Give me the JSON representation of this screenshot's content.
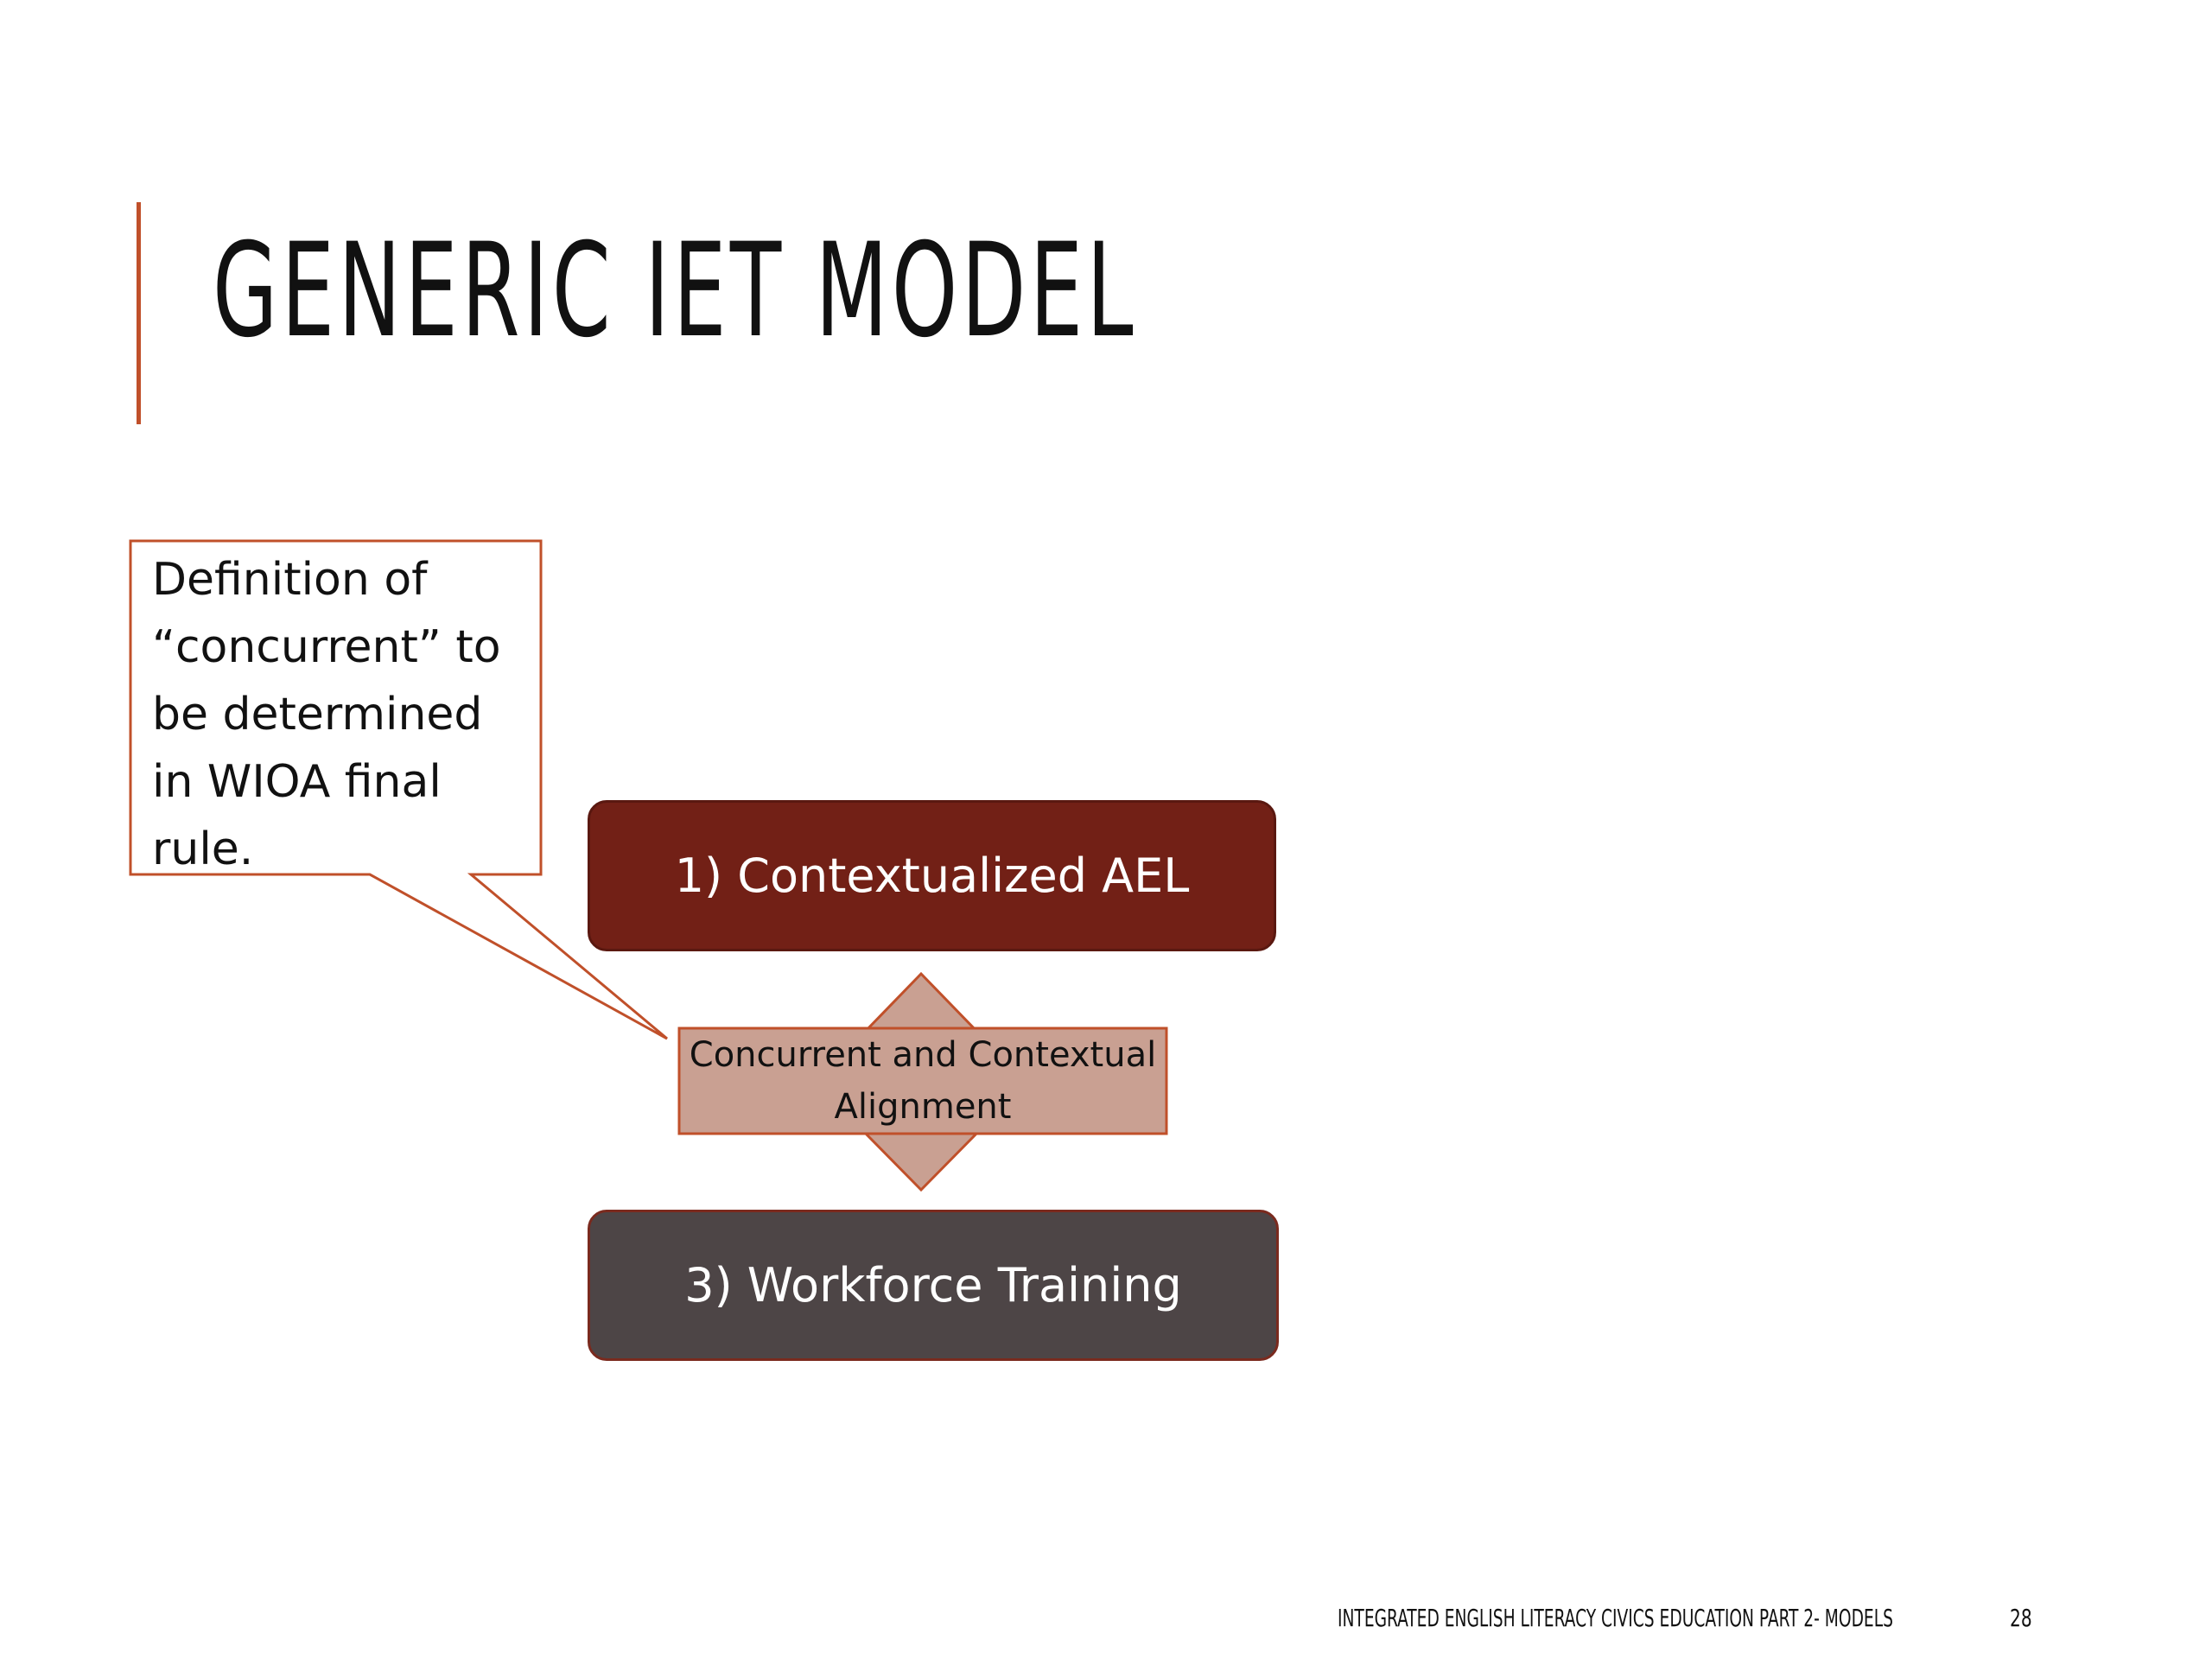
{
  "slide": {
    "title": "GENERIC IET MODEL",
    "accent_color": "#c0502a"
  },
  "callout": {
    "text": "Definition of\n“concurrent” to\nbe determined\nin WIOA final\nrule."
  },
  "diagram": {
    "top_box": {
      "label": "1) Contextualized AEL",
      "color": "#722016"
    },
    "connector": {
      "label": "Concurrent and Contextual Alignment",
      "fill": "#c9a092",
      "stroke": "#c0502a"
    },
    "bottom_box": {
      "label": "3) Workforce Training",
      "color": "#4d4546"
    }
  },
  "footer": {
    "text": "INTEGRATED ENGLISH LITERACY CIVICS EDUCATION PART 2- MODELS",
    "page_number": "28"
  }
}
